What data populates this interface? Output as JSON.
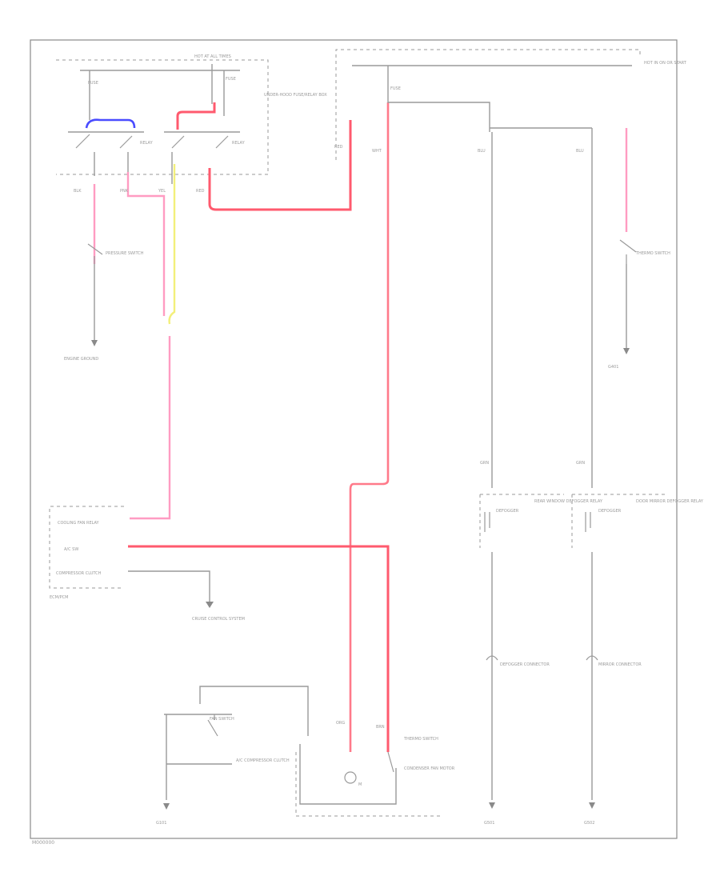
{
  "diagram": {
    "reference_code": "M000000",
    "labels": {
      "fusebox": "HOT AT ALL TIMES",
      "fuse_left": "FUSE",
      "relay_left": "RELAY",
      "relay_right": "RELAY",
      "fuse_right": "FUSE",
      "junction_box": "UNDER-HOOD FUSE/RELAY BOX",
      "hot_run": "HOT IN ON OR START",
      "fuse_center": "FUSE",
      "wire_blk": "BLK",
      "wire_wht": "WHT",
      "wire_red": "RED",
      "wire_pnk": "PNK",
      "wire_yel": "YEL",
      "wire_blu": "BLU",
      "wire_grn": "GRN",
      "wire_org": "ORG",
      "wire_brn": "BRN",
      "pressure_switch": "PRESSURE SWITCH",
      "ground_left": "ENGINE GROUND",
      "ground_right": "G401",
      "ecm_row1": "COOLING FAN RELAY",
      "ecm_row2": "A/C SW",
      "ecm_row3": "COMPRESSOR CLUTCH",
      "ecm_title": "ECM/PCM",
      "system_link": "CRUISE CONTROL SYSTEM",
      "switch_left": "DEFOGGER",
      "switch_right": "DEFOGGER",
      "relay_desc_left": "REAR WINDOW DEFOGGER RELAY",
      "relay_desc_right": "DOOR MIRROR DEFOGGER RELAY",
      "connector_left": "DEFOGGER CONNECTOR",
      "connector_right": "MIRROR CONNECTOR",
      "compressor_label": "A/C COMPRESSOR CLUTCH",
      "thermo_label": "THERMO SWITCH",
      "motor_label": "M",
      "motor_desc": "CONDENSER FAN MOTOR",
      "ground_bottom_left": "G101",
      "ground_bottom_mid": "G501",
      "ground_bottom_right": "G502",
      "fan_switch": "FAN SWITCH"
    }
  }
}
